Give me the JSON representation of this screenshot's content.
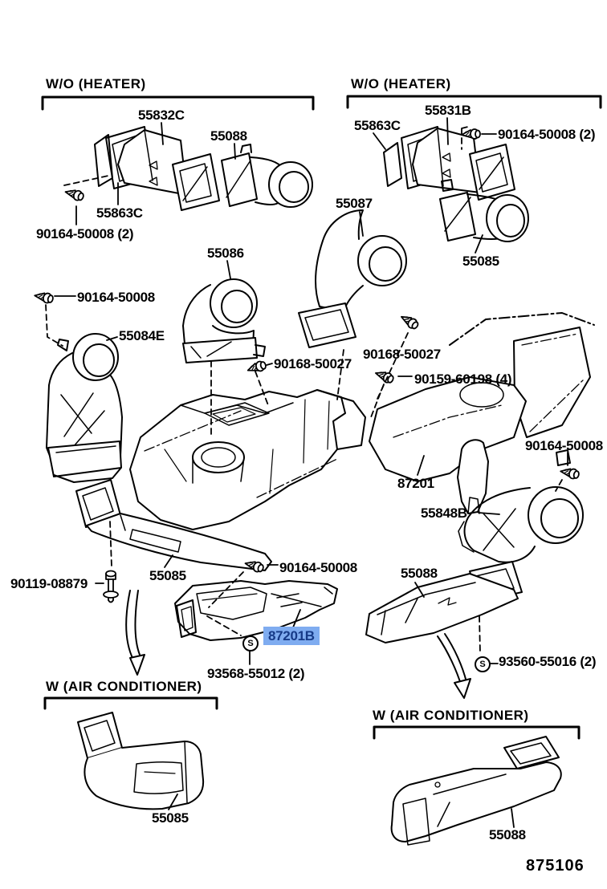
{
  "diagram_code": "875106",
  "selected_part": "87201B",
  "colors": {
    "highlight_bg": "#7FACF0",
    "highlight_text": "#163A87",
    "line": "#000000",
    "background": "#FFFFFF"
  },
  "sections": {
    "wo_heater_left": "W/O (HEATER)",
    "wo_heater_right": "W/O (HEATER)",
    "w_air_conditioner_left": "W (AIR CONDITIONER)",
    "w_air_conditioner_right": "W (AIR CONDITIONER)"
  },
  "marks": {
    "s1": "S",
    "s2": "S"
  },
  "parts": {
    "p55832c": "55832C",
    "p55088_tl": "55088",
    "p55863c_tl": "55863C",
    "p90164_tl": "90164-50008 (2)",
    "p55831b": "55831B",
    "p55863c_tr": "55863C",
    "p90164_tr": "90164-50008 (2)",
    "p55087": "55087",
    "p55085_tr": "55085",
    "p55086": "55086",
    "p90164_ml": "90164-50008",
    "p55084e": "55084E",
    "p90168_c": "90168-50027",
    "p90168_r": "90168-50027",
    "p90159": "90159-60198 (4)",
    "p90164_re": "90164-50008",
    "p87201": "87201",
    "p55848b": "55848B",
    "p90119": "90119-08879",
    "p55085_ml": "55085",
    "p90164_mc": "90164-50008",
    "p55088_mc": "55088",
    "p87201b": "87201B",
    "p93568": "93568-55012 (2)",
    "p55085_bl": "55085",
    "p93560": "93560-55016 (2)",
    "p55088_br": "55088"
  }
}
